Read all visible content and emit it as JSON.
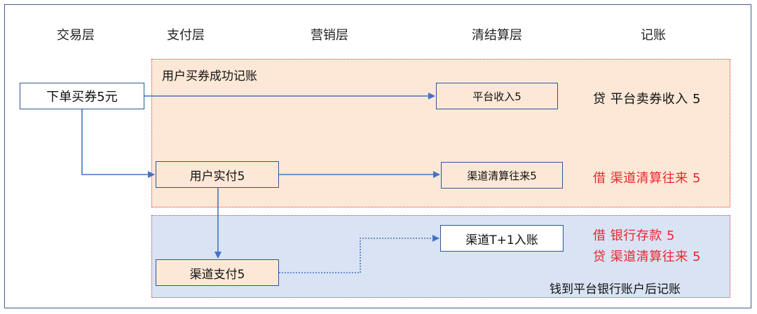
{
  "headers": {
    "trade": "交易层",
    "payment": "支付层",
    "marketing": "营销层",
    "clearing": "清结算层",
    "accounting": "记账"
  },
  "regions": {
    "success_label": "用户买券成功记账",
    "arrival_label": "钱到平台银行账户后记账"
  },
  "nodes": {
    "order": "下单买券5元",
    "platform_income": "平台收入5",
    "user_pay": "用户实付5",
    "channel_clearing": "渠道清算往来5",
    "channel_pay": "渠道支付5",
    "channel_t1": "渠道T+1入账"
  },
  "ledger": {
    "credit_platform": "贷  平台卖券收入  5",
    "debit_channel_clearing": "借  渠道清算往来  5",
    "debit_bank": "借  银行存款  5",
    "credit_channel_clearing": "贷  渠道清算往来  5"
  },
  "colors": {
    "frame": "#3f5f86",
    "arrow": "#4472c4",
    "region_border": "#e2343b",
    "success_fill": "#fde8d7",
    "arrival_fill": "#d9e3f4",
    "debit_red": "#e8262c"
  }
}
